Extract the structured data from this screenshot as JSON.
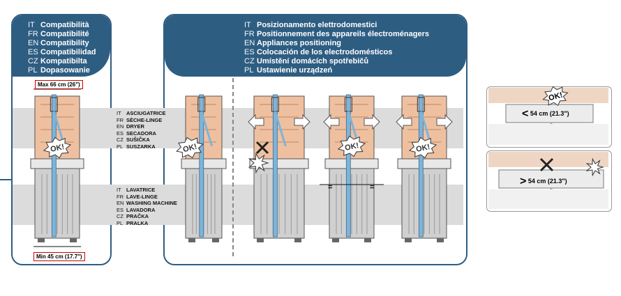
{
  "compat": {
    "lines": [
      {
        "code": "IT",
        "text": "Compatibilità"
      },
      {
        "code": "FR",
        "text": "Compatibilité"
      },
      {
        "code": "EN",
        "text": "Compatibility"
      },
      {
        "code": "ES",
        "text": "Compatibilidad"
      },
      {
        "code": "CZ",
        "text": "Kompatibilta"
      },
      {
        "code": "PL",
        "text": "Dopasowanie"
      }
    ],
    "max_label": "Max 66 cm (26\")",
    "min_label": "Min 45 cm (17.7\")"
  },
  "positioning": {
    "lines": [
      {
        "code": "IT",
        "text": "Posizionamento elettrodomestici"
      },
      {
        "code": "FR",
        "text": "Positionnement des appareils électroménagers"
      },
      {
        "code": "EN",
        "text": "Appliances positioning"
      },
      {
        "code": "ES",
        "text": "Colocación de los electrodomésticos"
      },
      {
        "code": "CZ",
        "text": "Umístění domácích spotřebičů"
      },
      {
        "code": "PL",
        "text": "Ustawienie urządzeń"
      }
    ]
  },
  "dryer_labels": [
    {
      "code": "IT",
      "text": "ASCIUGATRICE"
    },
    {
      "code": "FR",
      "text": "SÈCHE-LINGE"
    },
    {
      "code": "EN",
      "text": "DRYER"
    },
    {
      "code": "ES",
      "text": "SECADORA"
    },
    {
      "code": "CZ",
      "text": "SUŠIČKA"
    },
    {
      "code": "PL",
      "text": "SUSZARKA"
    }
  ],
  "washer_labels": [
    {
      "code": "IT",
      "text": "LAVATRICE"
    },
    {
      "code": "FR",
      "text": "LAVE-LINGE"
    },
    {
      "code": "EN",
      "text": "WASHING MACHINE"
    },
    {
      "code": "ES",
      "text": "LAVADORA"
    },
    {
      "code": "CZ",
      "text": "PRAČKA"
    },
    {
      "code": "PL",
      "text": "PRALKA"
    }
  ],
  "ok_text": "OK!",
  "equal_sign": "=",
  "width_cards": {
    "less": {
      "symbol": "<",
      "label": "54 cm (21.3\")"
    },
    "greater": {
      "symbol": ">",
      "label": "54 cm (21.3\")"
    }
  },
  "colors": {
    "panel": "#2e5d82",
    "dryer": "#efc0a0",
    "washer": "#d0d0d0",
    "strap": "#7fb3d8",
    "ok_fill": "#333333"
  }
}
